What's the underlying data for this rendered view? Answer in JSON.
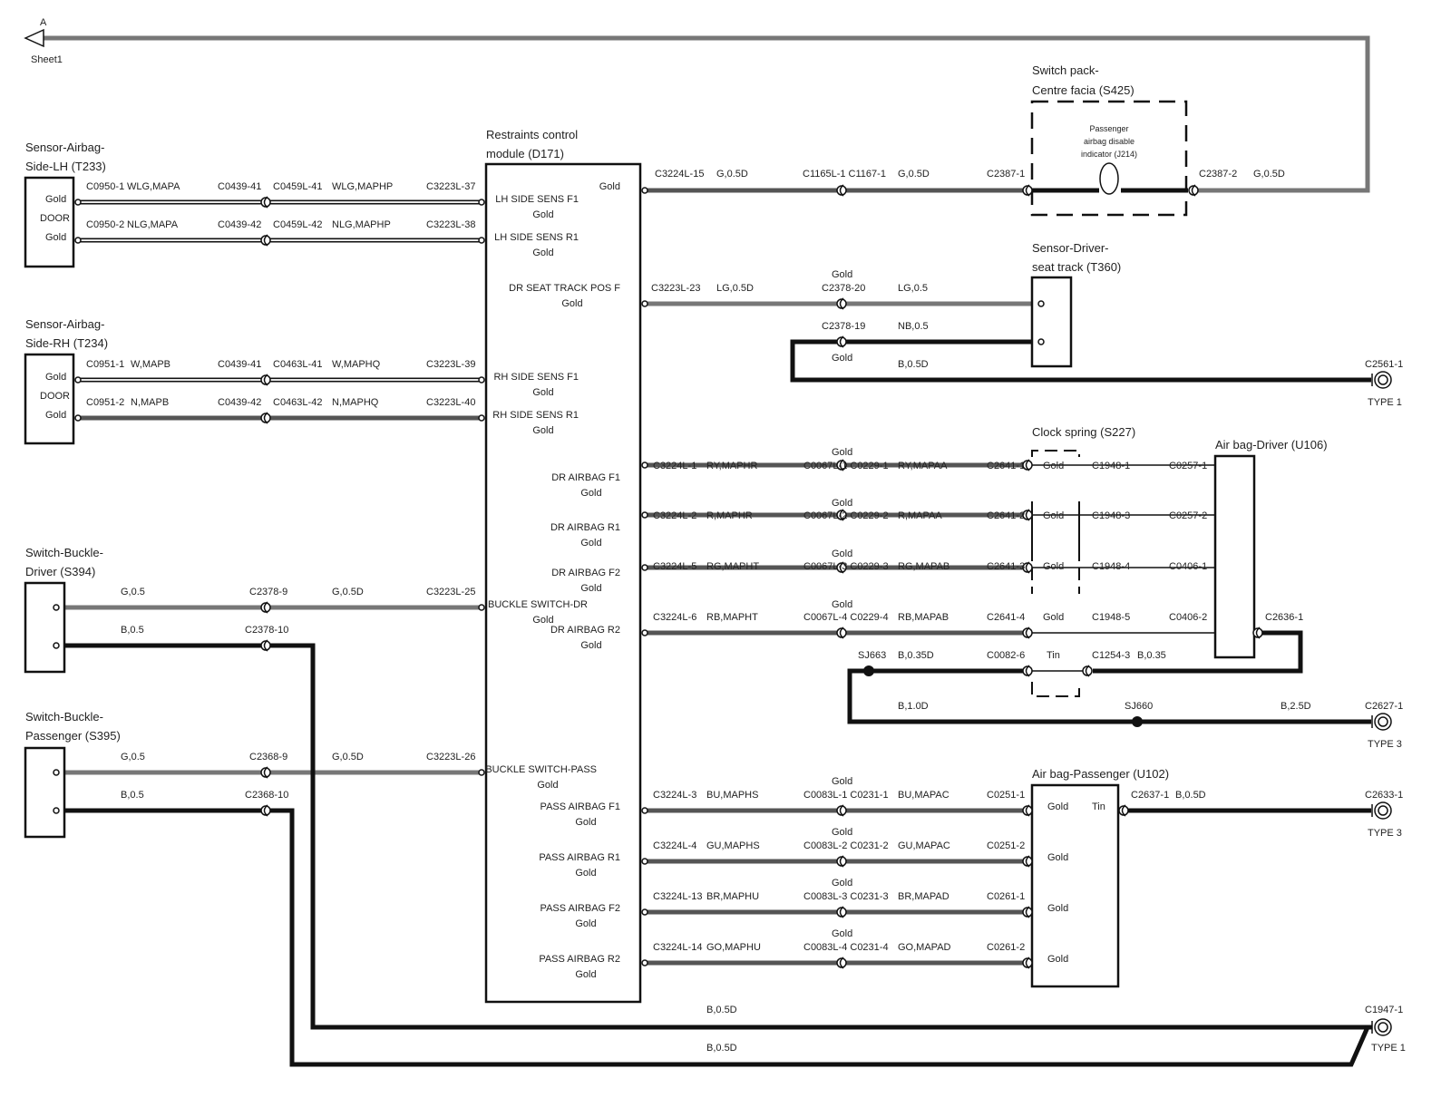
{
  "colors": {
    "black": "#111111",
    "gray": "#777777",
    "darkgray": "#555555",
    "light": "#e8e8e8"
  },
  "sheet": {
    "letter": "A",
    "label": "Sheet1"
  },
  "components": {
    "sensor_lh": {
      "title1": "Sensor-Airbag-",
      "title2": "Side-LH (T233)",
      "pin1": "Gold",
      "mid": "DOOR",
      "pin2": "Gold"
    },
    "sensor_rh": {
      "title1": "Sensor-Airbag-",
      "title2": "Side-RH (T234)",
      "pin1": "Gold",
      "mid": "DOOR",
      "pin2": "Gold"
    },
    "buckle_driver": {
      "title1": "Switch-Buckle-",
      "title2": "Driver (S394)"
    },
    "buckle_pass": {
      "title1": "Switch-Buckle-",
      "title2": "Passenger (S395)"
    },
    "rcm": {
      "title1": "Restraints control",
      "title2": "module (D171)"
    },
    "switch_pack": {
      "title1": "Switch pack-",
      "title2": "Centre facia (S425)",
      "ind1": "Passenger",
      "ind2": "airbag disable",
      "ind3": "indicator (J214)"
    },
    "seat_track": {
      "title1": "Sensor-Driver-",
      "title2": "seat track (T360)"
    },
    "clock_spring": {
      "title": "Clock spring (S227)"
    },
    "airbag_driver": {
      "title": "Air bag-Driver (U106)"
    },
    "airbag_pass": {
      "title": "Air bag-Passenger (U102)",
      "tin": "Tin"
    }
  },
  "rcm_pins": [
    {
      "name": "",
      "sub": "Gold"
    },
    {
      "name": "LH SIDE SENS F1",
      "sub": "Gold"
    },
    {
      "name": "LH SIDE SENS R1",
      "sub": "Gold"
    },
    {
      "name": "DR SEAT TRACK POS F",
      "sub": "Gold"
    },
    {
      "name": "RH SIDE SENS F1",
      "sub": "Gold"
    },
    {
      "name": "RH SIDE SENS R1",
      "sub": "Gold"
    },
    {
      "name": "DR AIRBAG F1",
      "sub": "Gold"
    },
    {
      "name": "DR AIRBAG R1",
      "sub": "Gold"
    },
    {
      "name": "DR AIRBAG F2",
      "sub": "Gold"
    },
    {
      "name": "BUCKLE SWITCH-DR",
      "sub": "Gold"
    },
    {
      "name": "DR AIRBAG R2",
      "sub": "Gold"
    },
    {
      "name": "BUCKLE SWITCH-PASS",
      "sub": "Gold"
    },
    {
      "name": "PASS AIRBAG F1",
      "sub": "Gold"
    },
    {
      "name": "PASS AIRBAG R1",
      "sub": "Gold"
    },
    {
      "name": "PASS AIRBAG F2",
      "sub": "Gold"
    },
    {
      "name": "PASS AIRBAG R2",
      "sub": "Gold"
    }
  ],
  "labels": [
    {
      "t": "C0950-1"
    },
    {
      "t": "WLG,MAPA"
    },
    {
      "t": "C0439-41"
    },
    {
      "t": "C0459L-41"
    },
    {
      "t": "WLG,MAPHP"
    },
    {
      "t": "C3223L-37"
    },
    {
      "t": "C0950-2"
    },
    {
      "t": "NLG,MAPA"
    },
    {
      "t": "C0439-42"
    },
    {
      "t": "C0459L-42"
    },
    {
      "t": "NLG,MAPHP"
    },
    {
      "t": "C3223L-38"
    },
    {
      "t": "C0951-1"
    },
    {
      "t": "W,MAPB"
    },
    {
      "t": "C0439-41"
    },
    {
      "t": "C0463L-41"
    },
    {
      "t": "W,MAPHQ"
    },
    {
      "t": "C3223L-39"
    },
    {
      "t": "C0951-2"
    },
    {
      "t": "N,MAPB"
    },
    {
      "t": "C0439-42"
    },
    {
      "t": "C0463L-42"
    },
    {
      "t": "N,MAPHQ"
    },
    {
      "t": "C3223L-40"
    },
    {
      "t": "G,0.5"
    },
    {
      "t": "C2378-9"
    },
    {
      "t": "G,0.5D"
    },
    {
      "t": "C3223L-25"
    },
    {
      "t": "B,0.5"
    },
    {
      "t": "C2378-10"
    },
    {
      "t": "G,0.5"
    },
    {
      "t": "C2368-9"
    },
    {
      "t": "G,0.5D"
    },
    {
      "t": "C3223L-26"
    },
    {
      "t": "B,0.5"
    },
    {
      "t": "C2368-10"
    },
    {
      "t": "C3224L-15"
    },
    {
      "t": "G,0.5D"
    },
    {
      "t": "C1165L-1 C1167-1"
    },
    {
      "t": "G,0.5D"
    },
    {
      "t": "C2387-1"
    },
    {
      "t": "C2387-2"
    },
    {
      "t": "G,0.5D"
    },
    {
      "t": "C3223L-23"
    },
    {
      "t": "LG,0.5D"
    },
    {
      "t": "Gold"
    },
    {
      "t": "C2378-20"
    },
    {
      "t": "LG,0.5"
    },
    {
      "t": "C2378-19"
    },
    {
      "t": "NB,0.5"
    },
    {
      "t": "Gold"
    },
    {
      "t": "B,0.5D"
    },
    {
      "t": "C2561-1"
    },
    {
      "t": "TYPE 1"
    },
    {
      "t": "C3224L-1"
    },
    {
      "t": "RY,MAPHR"
    },
    {
      "t": "Gold"
    },
    {
      "t": "C0067L-1 C0229-1"
    },
    {
      "t": "RY,MAPAA"
    },
    {
      "t": "C2641-1"
    },
    {
      "t": "Gold"
    },
    {
      "t": "C1948-1"
    },
    {
      "t": "C0257-1"
    },
    {
      "t": "C3224L-2"
    },
    {
      "t": "R,MAPHR"
    },
    {
      "t": "Gold"
    },
    {
      "t": "C0067L-2 C0229-2"
    },
    {
      "t": "R,MAPAA"
    },
    {
      "t": "C2641-2"
    },
    {
      "t": "Gold"
    },
    {
      "t": "C1948-3"
    },
    {
      "t": "C0257-2"
    },
    {
      "t": "C3224L-5"
    },
    {
      "t": "RG,MAPHT"
    },
    {
      "t": "Gold"
    },
    {
      "t": "C0067L-3 C0229-3"
    },
    {
      "t": "RG,MAPAB"
    },
    {
      "t": "C2641-3"
    },
    {
      "t": "Gold"
    },
    {
      "t": "C1948-4"
    },
    {
      "t": "C0406-1"
    },
    {
      "t": "C3224L-6"
    },
    {
      "t": "RB,MAPHT"
    },
    {
      "t": "Gold"
    },
    {
      "t": "C0067L-4 C0229-4"
    },
    {
      "t": "RB,MAPAB"
    },
    {
      "t": "C2641-4"
    },
    {
      "t": "Gold"
    },
    {
      "t": "C1948-5"
    },
    {
      "t": "C0406-2"
    },
    {
      "t": "C2636-1"
    },
    {
      "t": "SJ663"
    },
    {
      "t": "B,0.35D"
    },
    {
      "t": "C0082-6"
    },
    {
      "t": "Tin"
    },
    {
      "t": "C1254-3"
    },
    {
      "t": "B,0.35"
    },
    {
      "t": "B,1.0D"
    },
    {
      "t": "SJ660"
    },
    {
      "t": "B,2.5D"
    },
    {
      "t": "C2627-1"
    },
    {
      "t": "TYPE 3"
    },
    {
      "t": "C3224L-3"
    },
    {
      "t": "BU,MAPHS"
    },
    {
      "t": "Gold"
    },
    {
      "t": "C0083L-1 C0231-1"
    },
    {
      "t": "BU,MAPAC"
    },
    {
      "t": "C0251-1"
    },
    {
      "t": "Gold"
    },
    {
      "t": "C2637-1"
    },
    {
      "t": "B,0.5D"
    },
    {
      "t": "C2633-1"
    },
    {
      "t": "TYPE 3"
    },
    {
      "t": "C3224L-4"
    },
    {
      "t": "GU,MAPHS"
    },
    {
      "t": "Gold"
    },
    {
      "t": "C0083L-2 C0231-2"
    },
    {
      "t": "GU,MAPAC"
    },
    {
      "t": "C0251-2"
    },
    {
      "t": "Gold"
    },
    {
      "t": "C3224L-13"
    },
    {
      "t": "BR,MAPHU"
    },
    {
      "t": "Gold"
    },
    {
      "t": "C0083L-3 C0231-3"
    },
    {
      "t": "BR,MAPAD"
    },
    {
      "t": "C0261-1"
    },
    {
      "t": "Gold"
    },
    {
      "t": "C3224L-14"
    },
    {
      "t": "GO,MAPHU"
    },
    {
      "t": "Gold"
    },
    {
      "t": "C0083L-4 C0231-4"
    },
    {
      "t": "GO,MAPAD"
    },
    {
      "t": "C0261-2"
    },
    {
      "t": "Gold"
    },
    {
      "t": "B,0.5D"
    },
    {
      "t": "C1947-1"
    },
    {
      "t": "TYPE 1"
    },
    {
      "t": "B,0.5D"
    }
  ]
}
